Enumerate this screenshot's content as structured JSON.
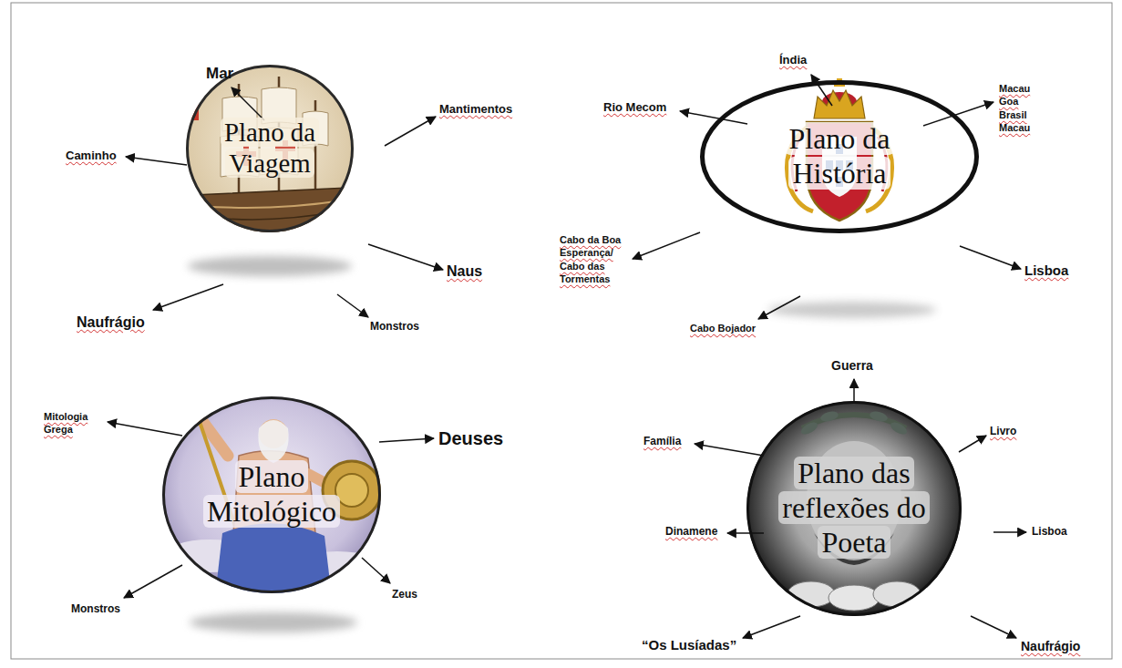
{
  "diagram": {
    "nodes": [
      {
        "text": [
          "Plano da Viagem"
        ]
      },
      {
        "text": [
          "Plano da História"
        ]
      },
      {
        "text": [
          "Plano Mitológico"
        ]
      },
      {
        "text": [
          "Plano das reflexões do Poeta"
        ]
      }
    ],
    "labels": [
      "Mar",
      "Mantimentos",
      "Caminho",
      "Naus",
      "Naufrágio",
      "Monstros",
      "Índia",
      "Rio Mecom",
      "Macau Goa Brasil Macau",
      "Cabo da Boa Esperança/ Cabo das Tormentas",
      "Lisboa",
      "Cabo Bojador",
      "Mitologia Grega",
      "Deuses",
      "Monstros",
      "Zeus",
      "Guerra",
      "Família",
      "Livro",
      "Dinamene",
      "Lisboa",
      "“Os Lusíadas”",
      "Naufrágio"
    ]
  }
}
